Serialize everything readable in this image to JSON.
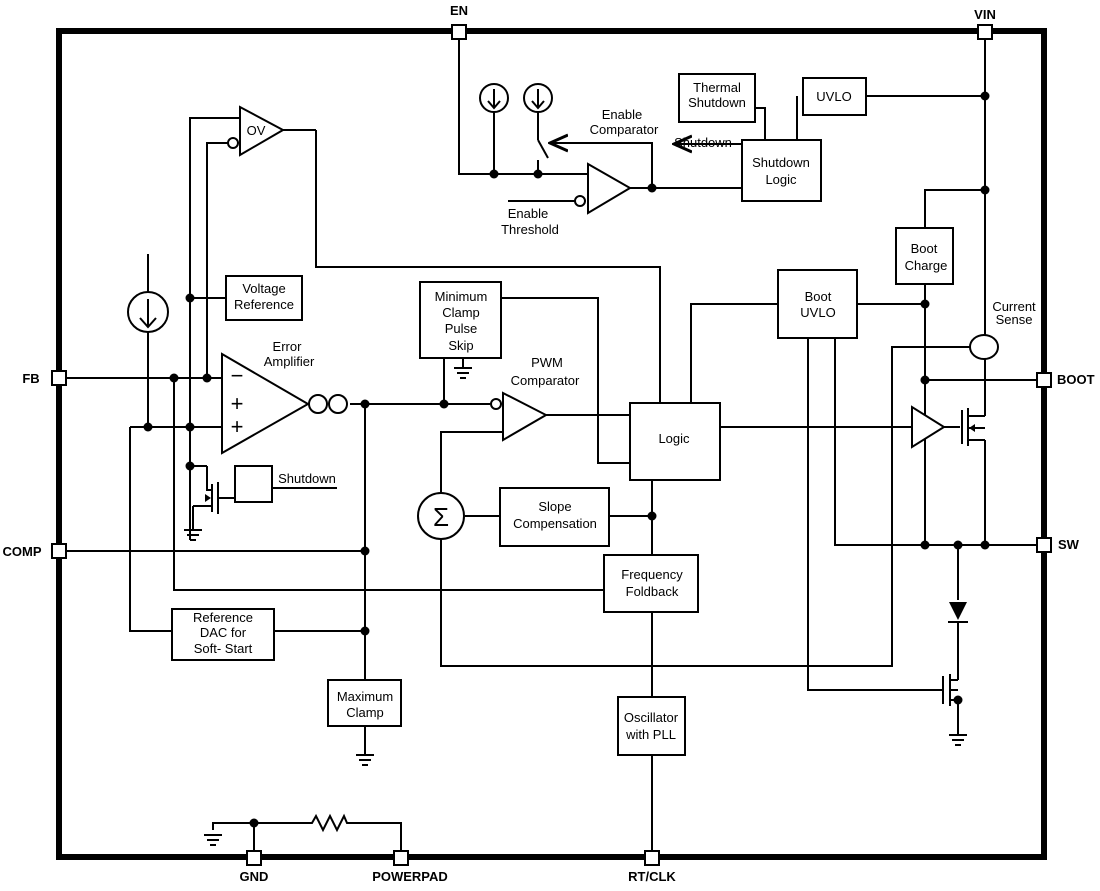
{
  "pins": {
    "en": "EN",
    "vin": "VIN",
    "fb": "FB",
    "comp": "COMP",
    "boot": "BOOT",
    "sw": "SW",
    "gnd": "GND",
    "powerpad": "POWERPAD",
    "rtclk": "RT/CLK"
  },
  "blocks": {
    "thermal_shutdown": [
      "Thermal",
      "Shutdown"
    ],
    "uvlo": "UVLO",
    "shutdown_logic": [
      "Shutdown",
      "Logic"
    ],
    "boot_charge": [
      "Boot",
      "Charge"
    ],
    "boot_uvlo": [
      "Boot",
      "UVLO"
    ],
    "voltage_reference": [
      "Voltage",
      "Reference"
    ],
    "minimum_clamp": [
      "Minimum",
      "Clamp",
      "Pulse",
      "Skip"
    ],
    "logic": "Logic",
    "slope_compensation": [
      "Slope",
      "Compensation"
    ],
    "frequency_foldback": [
      "Frequency",
      "Foldback"
    ],
    "reference_dac": [
      "Reference",
      "DAC for",
      "Soft- Start"
    ],
    "maximum_clamp": [
      "Maximum",
      "Clamp"
    ],
    "oscillator": [
      "Oscillator",
      "with PLL"
    ]
  },
  "labels": {
    "enable_comparator": [
      "Enable",
      "Comparator"
    ],
    "shutdown_arrow": "Shutdown",
    "enable_threshold": [
      "Enable",
      "Threshold"
    ],
    "error_amplifier": [
      "Error",
      "Amplifier"
    ],
    "pwm_comparator": [
      "PWM",
      "Comparator"
    ],
    "current_sense": [
      "Current",
      "Sense"
    ],
    "ov": "OV",
    "shutdown_switch": "Shutdown",
    "sigma": "Σ",
    "amp_minus": "−",
    "amp_plus1": "+",
    "amp_plus2": "+"
  }
}
